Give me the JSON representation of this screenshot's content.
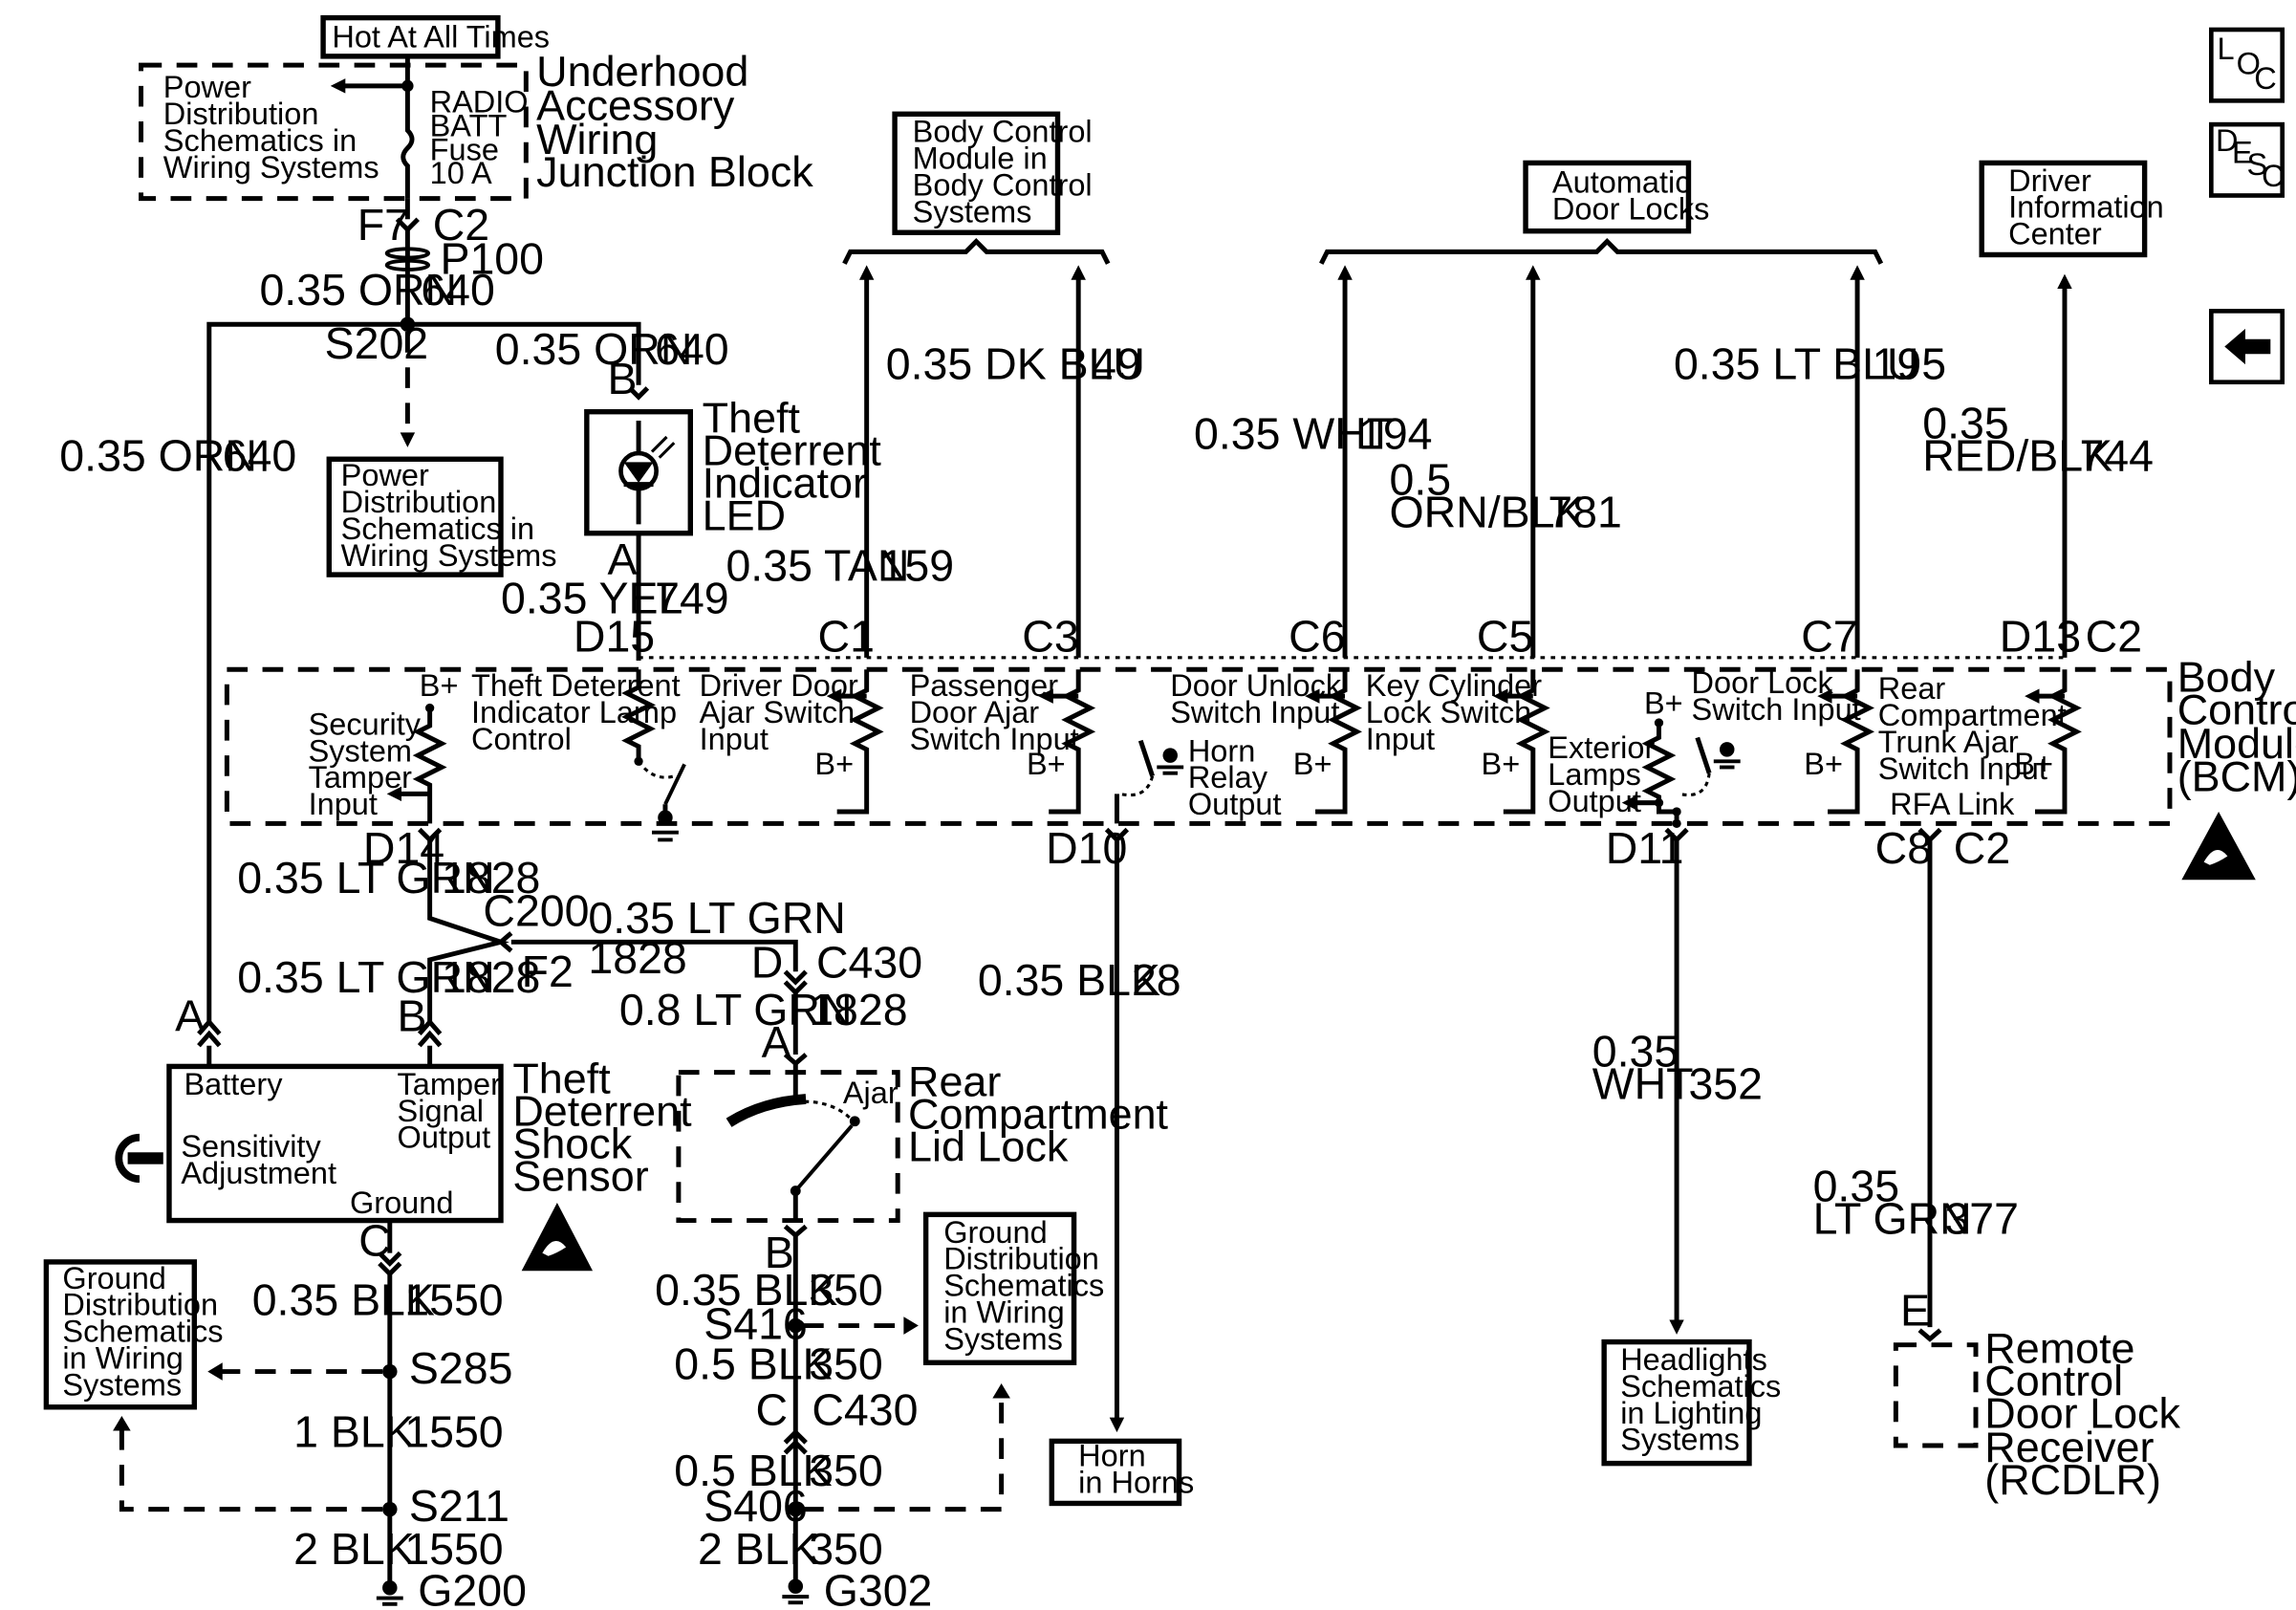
{
  "header": {
    "hot_at_all_times": "Hot At All Times",
    "underhood_block": [
      "Underhood",
      "Accessory",
      "Wiring",
      "Junction Block"
    ],
    "pd_top": [
      "Power",
      "Distribution",
      "Schematics in",
      "Wiring Systems"
    ],
    "fuse": [
      "RADIO",
      "BATT",
      "Fuse",
      "10 A"
    ],
    "f7": "F7",
    "c2_top": "C2",
    "p100": "P100"
  },
  "left_branch": {
    "wire_main": "0.35 ORN",
    "wire_main_num": "640",
    "s202": "S202",
    "wire_led": "0.35 ORN",
    "wire_led_num": "640",
    "pin_b_led": "B",
    "wire_left": "0.35 ORN",
    "wire_left_num": "640",
    "pd_mid": [
      "Power",
      "Distribution",
      "Schematics in",
      "Wiring Systems"
    ],
    "led_label": [
      "Theft",
      "Deterrent",
      "Indicator",
      "LED"
    ],
    "pin_a_led": "A",
    "wire_yel": "0.35 YEL",
    "wire_yel_num": "749",
    "d15": "D15"
  },
  "top_boxes": {
    "bcm_systems": [
      "Body Control",
      "Module in",
      "Body Control",
      "Systems"
    ],
    "auto_locks": [
      "Automatic",
      "Door Locks"
    ],
    "dic": [
      "Driver",
      "Information",
      "Center"
    ]
  },
  "upper_wires": {
    "dkblu": "0.35 DK BLU",
    "dkblu_num": "49",
    "tan": "0.35 TAN",
    "tan_num": "159",
    "wht": "0.35 WHT",
    "wht_num": "194",
    "ornblk_a": "0.5",
    "ornblk_b": "ORN/BLK",
    "ornblk_num": "781",
    "ltblu": "0.35 LT BLU",
    "ltblu_num": "195",
    "redblk_a": "0.35",
    "redblk_b": "RED/BLK",
    "redblk_num": "744"
  },
  "connectors": {
    "c1": "C1",
    "c3": "C3",
    "c6": "C6",
    "c5": "C5",
    "c7": "C7",
    "d13": "D13",
    "c2": "C2"
  },
  "bcm": {
    "title": [
      "Body",
      "Control",
      "Module",
      "(BCM)"
    ],
    "bplus": "B+",
    "security": [
      "Security",
      "System",
      "Tamper",
      "Input"
    ],
    "tdl": [
      "Theft Deterrent",
      "Indicator Lamp",
      "Control"
    ],
    "dda": [
      "Driver Door",
      "Ajar Switch",
      "Input"
    ],
    "pda": [
      "Passenger",
      "Door Ajar",
      "Switch Input"
    ],
    "horn": [
      "Horn",
      "Relay",
      "Output"
    ],
    "dus": [
      "Door Unlock",
      "Switch Input"
    ],
    "kcl": [
      "Key Cylinder",
      "Lock Switch",
      "Input"
    ],
    "ext": [
      "Exterior",
      "Lamps",
      "Output"
    ],
    "dls": [
      "Door Lock",
      "Switch Input"
    ],
    "rct": [
      "Rear",
      "Compartment",
      "Trunk Ajar",
      "Switch Input"
    ],
    "rfa": "RFA Link"
  },
  "lower_left": {
    "d14": "D14",
    "wire_ltgrn1": "0.35 LT GRN",
    "wire_ltgrn1_num": "1828",
    "c200": "C200",
    "wire_ltgrn2": "0.35 LT GRN",
    "wire_ltgrn2_num": "1828",
    "f2": "F2",
    "wire_ltgrn3": "0.35 LT GRN",
    "wire_ltgrn3_num": "1828",
    "pin_a": "A",
    "pin_b": "B",
    "sensor_title": [
      "Theft",
      "Deterrent",
      "Shock",
      "Sensor"
    ],
    "battery": "Battery",
    "tamper": [
      "Tamper",
      "Signal",
      "Output"
    ],
    "sensitivity": [
      "Sensitivity",
      "Adjustment"
    ],
    "ground": "Ground",
    "pin_c": "C",
    "wire_blk1": "0.35 BLK",
    "wire_blk1_num": "1550",
    "s285": "S285",
    "wire_blk2": "1 BLK",
    "wire_blk2_num": "1550",
    "s211": "S211",
    "wire_blk3": "2 BLK",
    "wire_blk3_num": "1550",
    "g200": "G200",
    "gd_left": [
      "Ground",
      "Distribution",
      "Schematics",
      "in Wiring",
      "Systems"
    ]
  },
  "lower_mid": {
    "pin_d": "D",
    "c430_top": "C430",
    "wire_08": "0.8 LT GRN",
    "wire_08_num": "1828",
    "pin_a": "A",
    "rear_title": [
      "Rear",
      "Compartment",
      "Lid Lock"
    ],
    "ajar": "Ajar",
    "pin_b": "B",
    "wire_350_1": "0.35 BLK",
    "wire_350_1_num": "350",
    "s416": "S416",
    "wire_350_2": "0.5 BLK",
    "wire_350_2_num": "350",
    "pin_c": "C",
    "c430_bot": "C430",
    "wire_350_3": "0.5 BLK",
    "wire_350_3_num": "350",
    "s406": "S406",
    "wire_350_4": "2 BLK",
    "wire_350_4_num": "350",
    "g302": "G302",
    "gd_mid": [
      "Ground",
      "Distribution",
      "Schematics",
      "in Wiring",
      "Systems"
    ],
    "d10": "D10",
    "wire_blk28": "0.35 BLK",
    "wire_blk28_num": "28",
    "horn_box": [
      "Horn",
      "in Horns"
    ]
  },
  "lower_right": {
    "d11": "D11",
    "wht_a": "0.35",
    "wht_b": "WHT",
    "wht_num": "352",
    "headlights": [
      "Headlights",
      "Schematics",
      "in Lighting",
      "Systems"
    ],
    "c8": "C8",
    "c2": "C2",
    "ltgrn_a": "0.35",
    "ltgrn_b": "LT GRN",
    "ltgrn_num": "377",
    "pin_e": "E",
    "rcdlr": [
      "Remote",
      "Control",
      "Door Lock",
      "Receiver",
      "(RCDLR)"
    ]
  },
  "icons": {
    "loc": [
      "L",
      "O",
      "C"
    ],
    "desc": [
      "D",
      "E",
      "S",
      "C"
    ]
  }
}
